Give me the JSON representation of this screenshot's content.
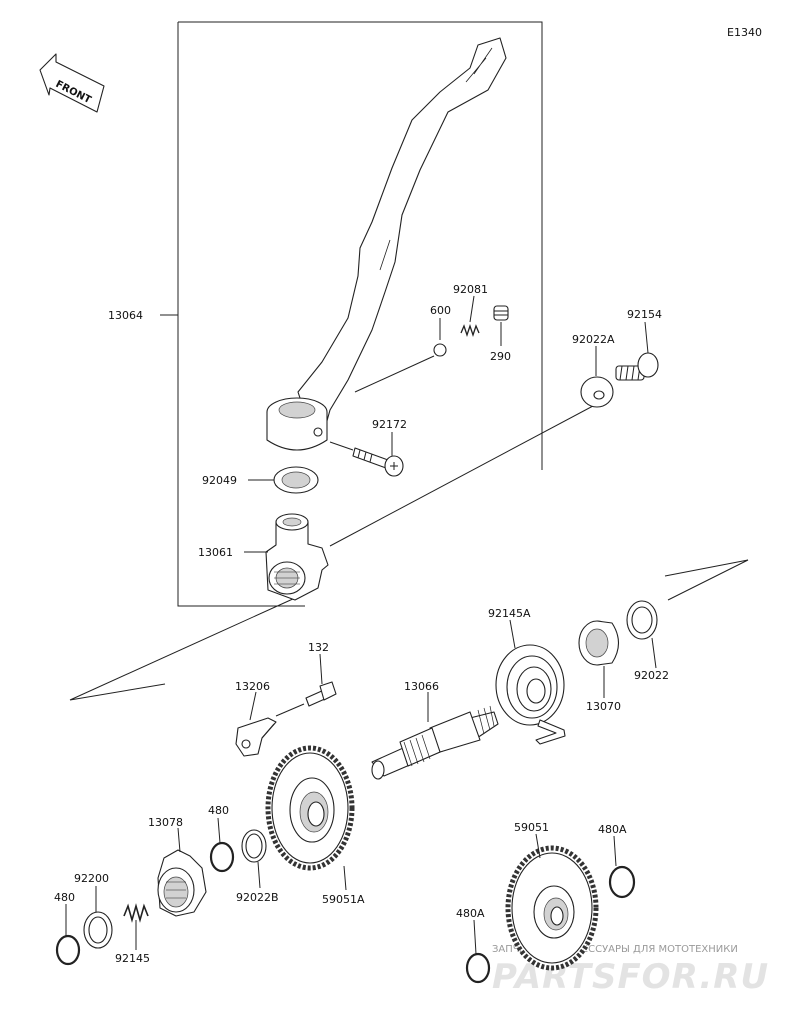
{
  "diagram": {
    "code": "E1340",
    "front_label": "FRONT",
    "parts": {
      "p13064": "13064",
      "p600": "600",
      "p92081": "92081",
      "p290": "290",
      "p92154": "92154",
      "p92022A": "92022A",
      "p92172": "92172",
      "p92049": "92049",
      "p13061": "13061",
      "p92145A": "92145A",
      "p132": "132",
      "p13206": "13206",
      "p13066": "13066",
      "p13070": "13070",
      "p92022": "92022",
      "p480a": "480",
      "p13078": "13078",
      "p92200": "92200",
      "p480b": "480",
      "p92022B": "92022B",
      "p59051A": "59051A",
      "p92145": "92145",
      "p59051": "59051",
      "p480A_top": "480A",
      "p480A_bottom": "480A"
    },
    "watermark": {
      "line1": "ЗАПЧАСТИ И АКСЕССУАРЫ ДЛЯ МОТОТЕХНИКИ",
      "line2": "PARTSFOR.RU"
    }
  }
}
